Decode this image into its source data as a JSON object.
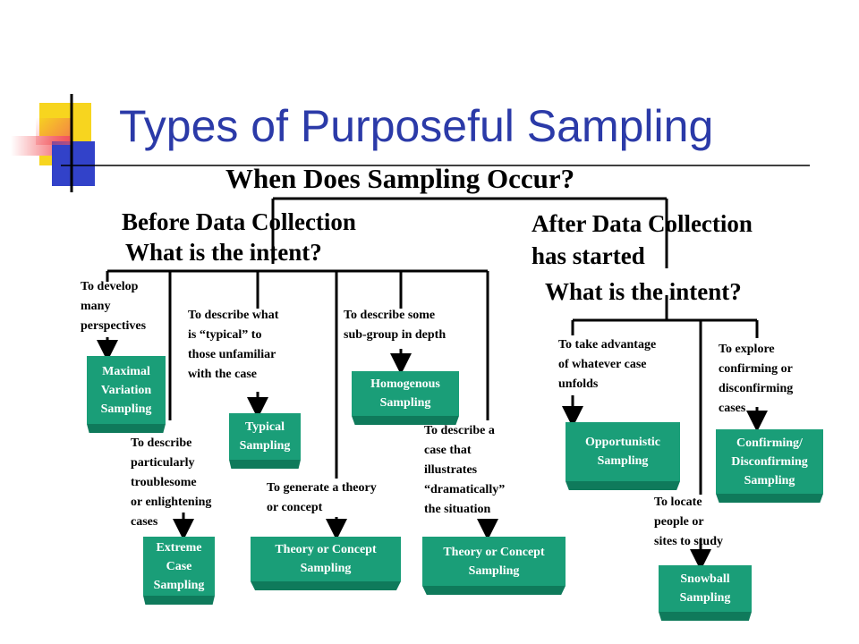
{
  "slide": {
    "title": "Types of Purposeful Sampling",
    "question": "When Does Sampling Occur?",
    "accent_colors": {
      "title": "#2b3aa8",
      "box": "#1a9e78",
      "deco_yellow": "#f7d51f",
      "deco_red": "#f2545b",
      "deco_blue": "#3242c9"
    }
  },
  "before": {
    "line1": "Before Data Collection",
    "line2": "What is the intent?"
  },
  "after": {
    "line1": "After Data Collection",
    "line2": "has started",
    "intent": "What is the intent?"
  },
  "notes": {
    "develop": "To develop\nmany\nperspectives",
    "typical": "To describe what\nis “typical” to\nthose unfamiliar\nwith the case",
    "subgroup": "To describe some\nsub-group in depth",
    "troublesome": "To describe\nparticularly\ntroublesome\nor enlightening\ncases",
    "theory": "To generate a theory\n or concept",
    "dramatic": "To describe a\ncase that\nillustrates\n“dramatically”\nthe situation",
    "advantage": "To take advantage\nof whatever case\nunfolds",
    "explore": "To explore\nconfirming or\ndisconfirming\ncases",
    "locate": "To locate\npeople or\nsites to study"
  },
  "boxes": {
    "maximal": "Maximal\nVariation\nSampling",
    "typical": "Typical\nSampling",
    "homogenous": "Homogenous\nSampling",
    "extreme": "Extreme\nCase\nSampling",
    "theory1": "Theory or Concept\nSampling",
    "theory2": "Theory or Concept\nSampling",
    "opportunistic": "Opportunistic\nSampling",
    "confirming": "Confirming/\nDisconfirming\nSampling",
    "snowball": "Snowball\nSampling"
  }
}
